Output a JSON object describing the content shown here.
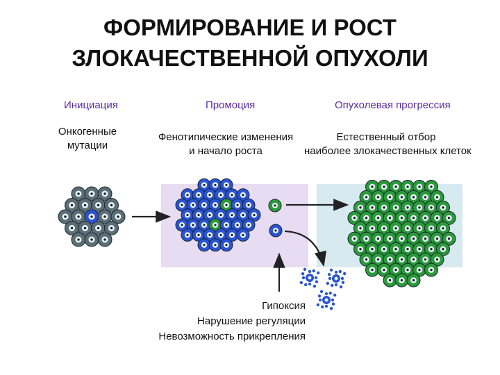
{
  "title": {
    "line1": "ФОРМИРОВАНИЕ И РОСТ",
    "line2": "ЗЛОКАЧЕСТВЕННОЙ ОПУХОЛИ"
  },
  "stages": [
    {
      "heading": "Инициация",
      "description": [
        "Онкогенные",
        "мутации"
      ]
    },
    {
      "heading": "Промоция",
      "description": [
        "Фенотипические изменения",
        "и начало роста"
      ]
    },
    {
      "heading": "Опухолевая прогрессия",
      "description": [
        "Естественный  отбор",
        "наиболее злокачественных клеток"
      ]
    }
  ],
  "factors": [
    "Гипоксия",
    "Нарушение регуляции",
    "Невозможность прикрепления"
  ],
  "colors": {
    "heading": "#5a2aa8",
    "normal_cell": "#5c6e76",
    "mutant_cell": "#2a54d4",
    "green_cell": "#2a9a3a",
    "promotion_bg": "#e7dcf2",
    "progression_bg": "#d6eaf0"
  }
}
